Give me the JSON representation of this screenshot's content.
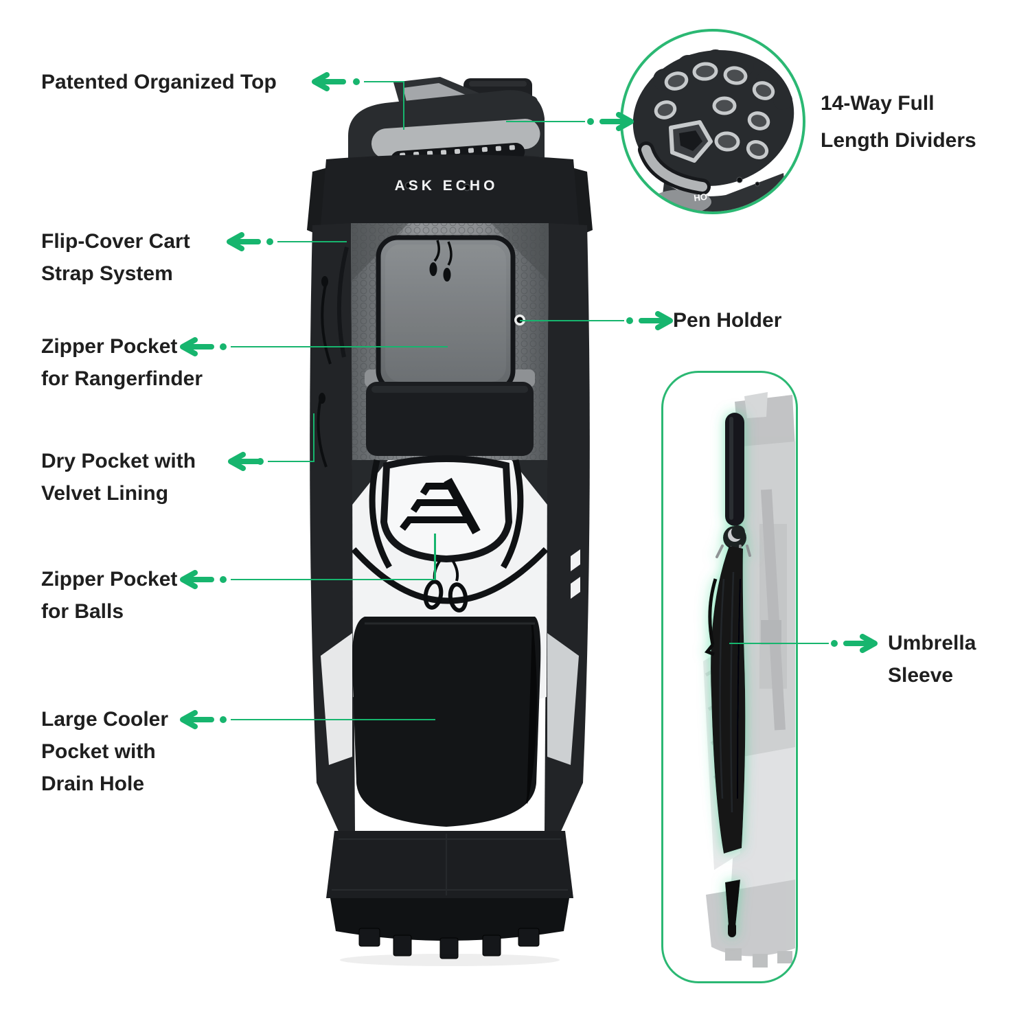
{
  "figure": {
    "type": "product-feature-diagram",
    "subject": "golf cart bag"
  },
  "colors": {
    "accent_green": "#17b56e",
    "label_text": "#1f1f1f",
    "background": "#ffffff"
  },
  "brand": {
    "top_band_text": "ASK ECHO",
    "circle_fragment_text": "HO",
    "logo_name": "ask-echo-triangle-logo"
  },
  "callouts": [
    {
      "id": "patented-organized-top",
      "side": "left",
      "lines": [
        "Patented Organized Top"
      ]
    },
    {
      "id": "flip-cover-cart-strap-system",
      "side": "left",
      "lines": [
        "Flip-Cover Cart",
        "Strap System"
      ]
    },
    {
      "id": "zipper-pocket-rangerfinder",
      "side": "left",
      "lines": [
        "Zipper Pocket",
        "for Rangerfinder"
      ]
    },
    {
      "id": "dry-pocket-velvet-lining",
      "side": "left",
      "lines": [
        "Dry Pocket with",
        "Velvet Lining"
      ]
    },
    {
      "id": "zipper-pocket-balls",
      "side": "left",
      "lines": [
        "Zipper Pocket",
        "for Balls"
      ]
    },
    {
      "id": "large-cooler-pocket-drain-hole",
      "side": "left",
      "lines": [
        "Large Cooler",
        "Pocket with",
        "Drain Hole"
      ]
    },
    {
      "id": "14-way-full-length-dividers",
      "side": "right",
      "lines": [
        "14-Way Full",
        "Length Dividers"
      ]
    },
    {
      "id": "pen-holder",
      "side": "right",
      "lines": [
        "Pen Holder"
      ]
    },
    {
      "id": "umbrella-sleeve",
      "side": "right",
      "lines": [
        "Umbrella",
        "Sleeve"
      ]
    }
  ],
  "icons": {
    "arrow_left": "arrow-left-icon",
    "arrow_right": "arrow-right-icon",
    "dot": "leader-dot"
  }
}
